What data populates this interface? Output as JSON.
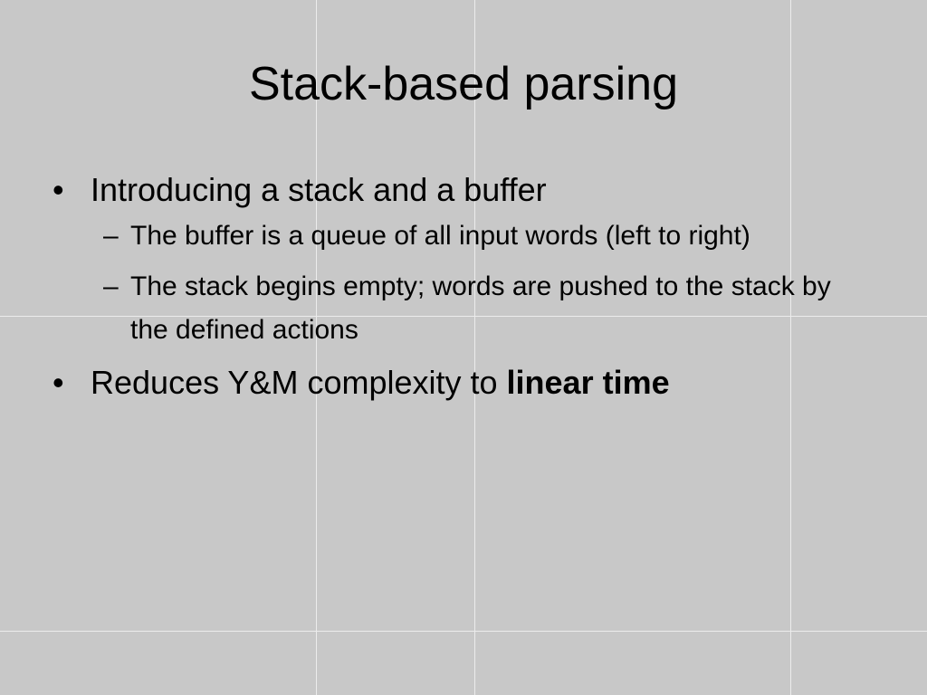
{
  "slide": {
    "title": "Stack-based parsing",
    "bullets": [
      {
        "marker": "•",
        "text": "Introducing a stack and a buffer",
        "sub_bullets": [
          {
            "marker": "–",
            "text": "The buffer is a queue of all input words (left to right)"
          },
          {
            "marker": "–",
            "text": "The stack begins empty; words are pushed to the stack by the defined actions"
          }
        ]
      },
      {
        "marker": "•",
        "text": "Reduces Y&M complexity to ",
        "bold_text": "linear time"
      }
    ]
  },
  "colors": {
    "background": "#c8c8c8",
    "gridlines": "#ececec",
    "text": "#000000"
  }
}
